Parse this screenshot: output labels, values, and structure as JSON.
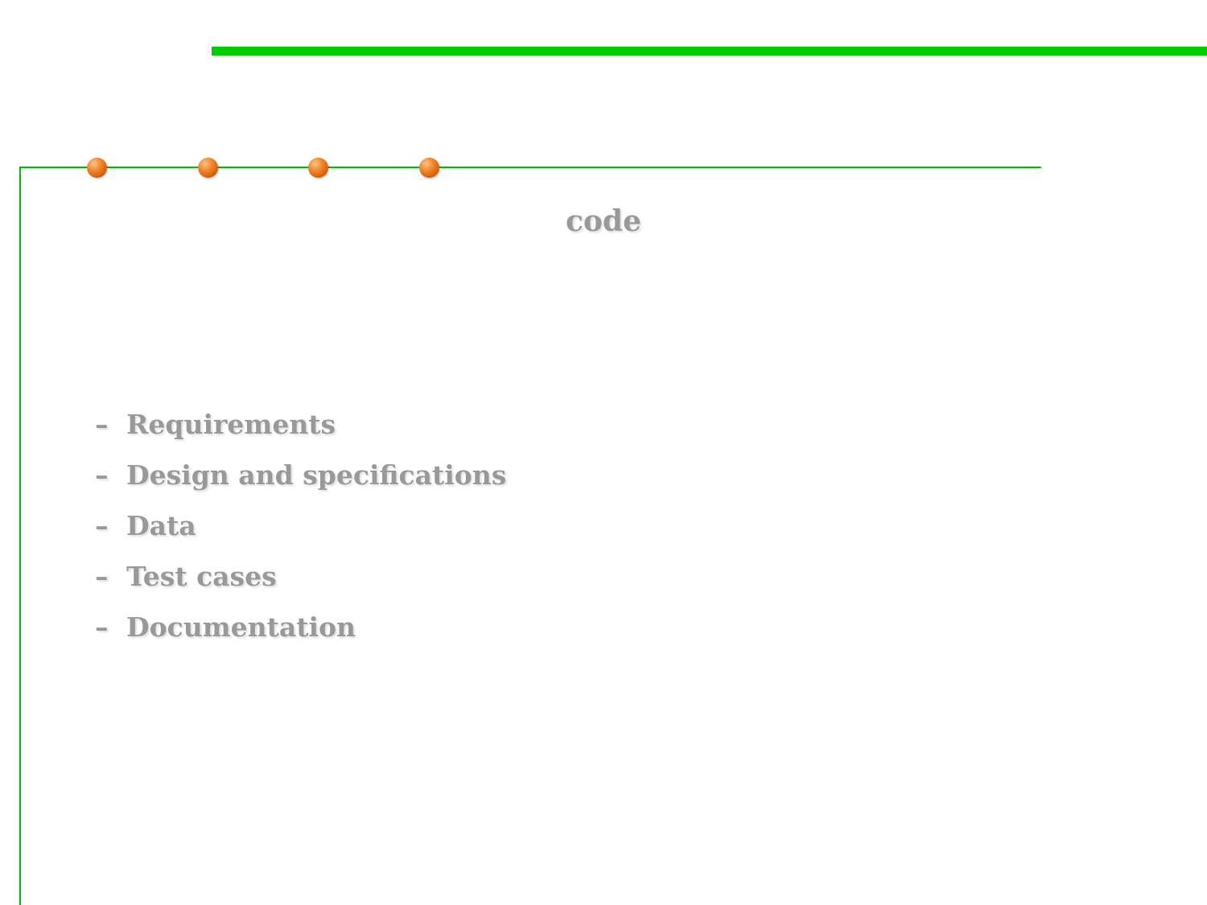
{
  "slide": {
    "title": "code",
    "bullet_marker": "–",
    "bullets": [
      "Requirements",
      "Design and specifications",
      "Data",
      "Test cases",
      "Documentation"
    ]
  },
  "decoration": {
    "rule_color": "#00cc00",
    "dot_color": "#e8701a",
    "dot_count": 4
  }
}
